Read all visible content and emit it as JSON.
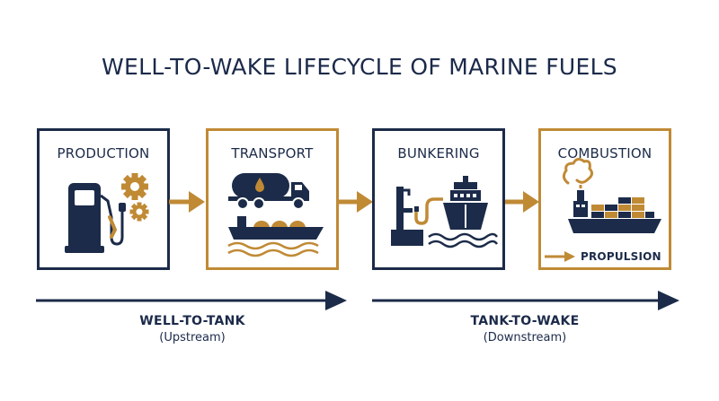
{
  "title": "WELL-TO-WAKE LIFECYCLE OF MARINE FUELS",
  "stages": [
    {
      "label": "PRODUCTION",
      "icons": [
        "fuel-pump-icon",
        "gear-icon"
      ]
    },
    {
      "label": "TRANSPORT",
      "icons": [
        "tanker-truck-icon",
        "tanker-ship-icon"
      ]
    },
    {
      "label": "BUNKERING",
      "icons": [
        "bunker-hose-icon",
        "ship-icon"
      ]
    },
    {
      "label": "COMBUSTION",
      "icons": [
        "smoke-icon",
        "container-ship-icon"
      ],
      "sublabel": "PROPULSION"
    }
  ],
  "phases": [
    {
      "name": "WELL-TO-TANK",
      "sub": "(Upstream)"
    },
    {
      "name": "TANK-TO-WAKE",
      "sub": "(Downstream)"
    }
  ],
  "colors": {
    "navy": "#1c2b49",
    "gold": "#c08a35"
  }
}
